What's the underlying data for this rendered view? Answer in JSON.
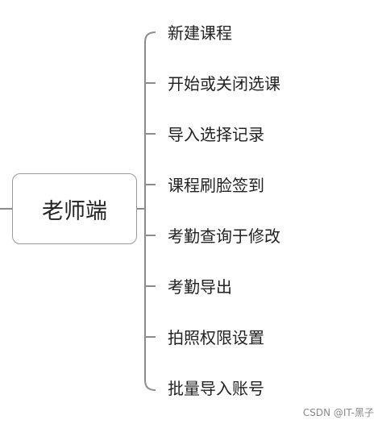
{
  "root": {
    "label": "老师端"
  },
  "branches": [
    {
      "label": "新建课程"
    },
    {
      "label": "开始或关闭选课"
    },
    {
      "label": "导入选择记录"
    },
    {
      "label": "课程刷脸签到"
    },
    {
      "label": "考勤查询于修改"
    },
    {
      "label": "考勤导出"
    },
    {
      "label": "拍照权限设置"
    },
    {
      "label": "批量导入账号"
    }
  ],
  "watermark": "CSDN @IT-黑子",
  "colors": {
    "connector": "#8c8c8c",
    "node_border": "#9a9a9a",
    "text": "#222222"
  }
}
